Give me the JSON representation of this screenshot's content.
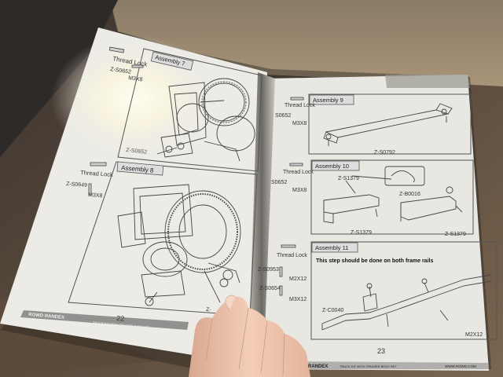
{
  "left_page": {
    "thread_lock": "Thread Lock",
    "assembly_7": "Assembly 7",
    "part_top": "Z-S0652",
    "screw_top": "M3X8",
    "part_mid": "Z-S0652",
    "assembly_8": "Assembly 8",
    "thread_lock_2": "Thread Lock",
    "part_8": "Z-S0649",
    "screw_8": "M3X8",
    "part_bottom": "Z-",
    "page_number": "22",
    "footer_brand": "ROWD RANDEX",
    "footer_sub": "TRUCK KIT WITH CRUISER BODY SET"
  },
  "right_page": {
    "assembly_9": "Assembly 9",
    "thread_lock": "Thread Lock",
    "part_9_left": "S0652",
    "screw_9": "M3X8",
    "part_9": "Z-S0792",
    "assembly_10": "Assembly 10",
    "thread_lock_10": "Thread Lock",
    "part_10_left": "S0652",
    "screw_10": "M3X8",
    "part_10_a": "Z-S1379",
    "part_10_b": "Z-B0016",
    "part_10_c": "Z-S1379",
    "part_10_d": "Z-S1379",
    "assembly_11": "Assembly 11",
    "note_11": "This step should be done on both frame rails",
    "thread_lock_11": "Thread Lock",
    "part_11_a": "Z-S0953",
    "screw_11_a": "M2X12",
    "part_11_b": "Z-S0654",
    "screw_11_b": "M3X12",
    "part_11_frame": "Z-C0040",
    "screw_11_c": "M2X12",
    "page_number": "23",
    "footer_brand": "RANDEX",
    "footer_sub": "TRUCK KIT WITH CRUISER BODY SET",
    "footer_url": "WWW.ROWD.COM"
  },
  "colors": {
    "background": "#6a5a4a",
    "page_left": "#ecebe6",
    "page_right": "#e8e7e2",
    "skin": "#f0c8b4"
  }
}
